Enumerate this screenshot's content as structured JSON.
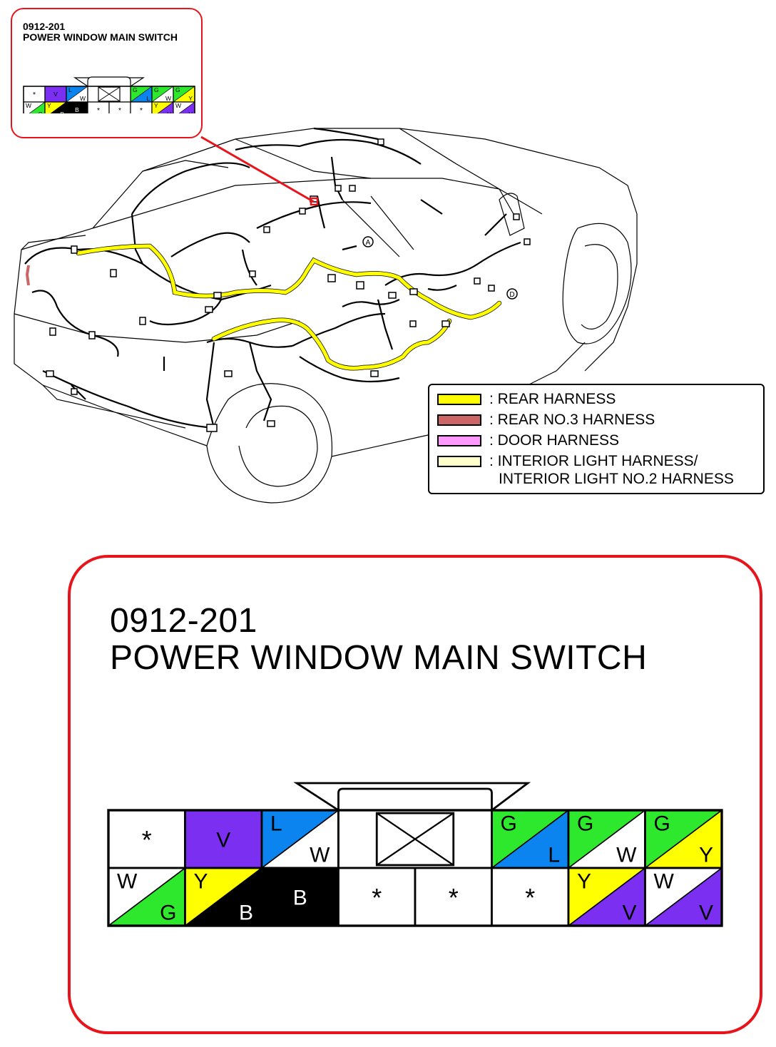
{
  "colors": {
    "frame_red": "#e8141c",
    "rear_harness": "#ffff00",
    "rear_no3_harness": "#cc6666",
    "door_harness": "#ff99ff",
    "interior_light_harness": "#ffffcc",
    "wire_black": "#000000",
    "wire_white": "#ffffff",
    "wire_violet": "#7b2ff0",
    "wire_blue": "#0b84f0",
    "wire_green": "#2ee82e",
    "wire_yellow": "#ffff00"
  },
  "thumbnail": {
    "code": "0912-201",
    "name": "POWER WINDOW MAIN SWITCH"
  },
  "connector_detail": {
    "code": "0912-201",
    "name": "POWER WINDOW MAIN SWITCH"
  },
  "legend": {
    "items": [
      {
        "label": ": REAR HARNESS",
        "color": "#ffff00"
      },
      {
        "label": ": REAR NO.3 HARNESS",
        "color": "#cc6666"
      },
      {
        "label": ": DOOR HARNESS",
        "color": "#ff99ff"
      },
      {
        "label": ": INTERIOR LIGHT HARNESS/",
        "color": "#ffffcc"
      }
    ],
    "continuation": "INTERIOR LIGHT NO.2 HARNESS"
  },
  "markers": {
    "a": "A",
    "b": "D"
  },
  "connector": {
    "top_row": [
      {
        "type": "empty",
        "label": "*"
      },
      {
        "type": "solid",
        "label": "V",
        "color": "violet"
      },
      {
        "type": "split",
        "label1": "L",
        "color1": "blue",
        "label2": "W",
        "color2": "white"
      },
      {
        "type": "split",
        "label1": "G",
        "color1": "green",
        "label2": "L",
        "color2": "blue"
      },
      {
        "type": "split",
        "label1": "G",
        "color1": "green",
        "label2": "W",
        "color2": "white"
      },
      {
        "type": "split",
        "label1": "G",
        "color1": "green",
        "label2": "Y",
        "color2": "yellow"
      }
    ],
    "bottom_row": [
      {
        "type": "split",
        "label1": "W",
        "color1": "white",
        "label2": "G",
        "color2": "green"
      },
      {
        "type": "split",
        "label1": "Y",
        "color1": "yellow",
        "label2": "B",
        "color2": "black"
      },
      {
        "type": "solid",
        "label": "B",
        "color": "black"
      },
      {
        "type": "empty",
        "label": "*"
      },
      {
        "type": "empty",
        "label": "*"
      },
      {
        "type": "empty",
        "label": "*"
      },
      {
        "type": "split",
        "label1": "Y",
        "color1": "yellow",
        "label2": "V",
        "color2": "violet"
      },
      {
        "type": "split",
        "label1": "W",
        "color1": "white",
        "label2": "V",
        "color2": "violet"
      }
    ]
  }
}
